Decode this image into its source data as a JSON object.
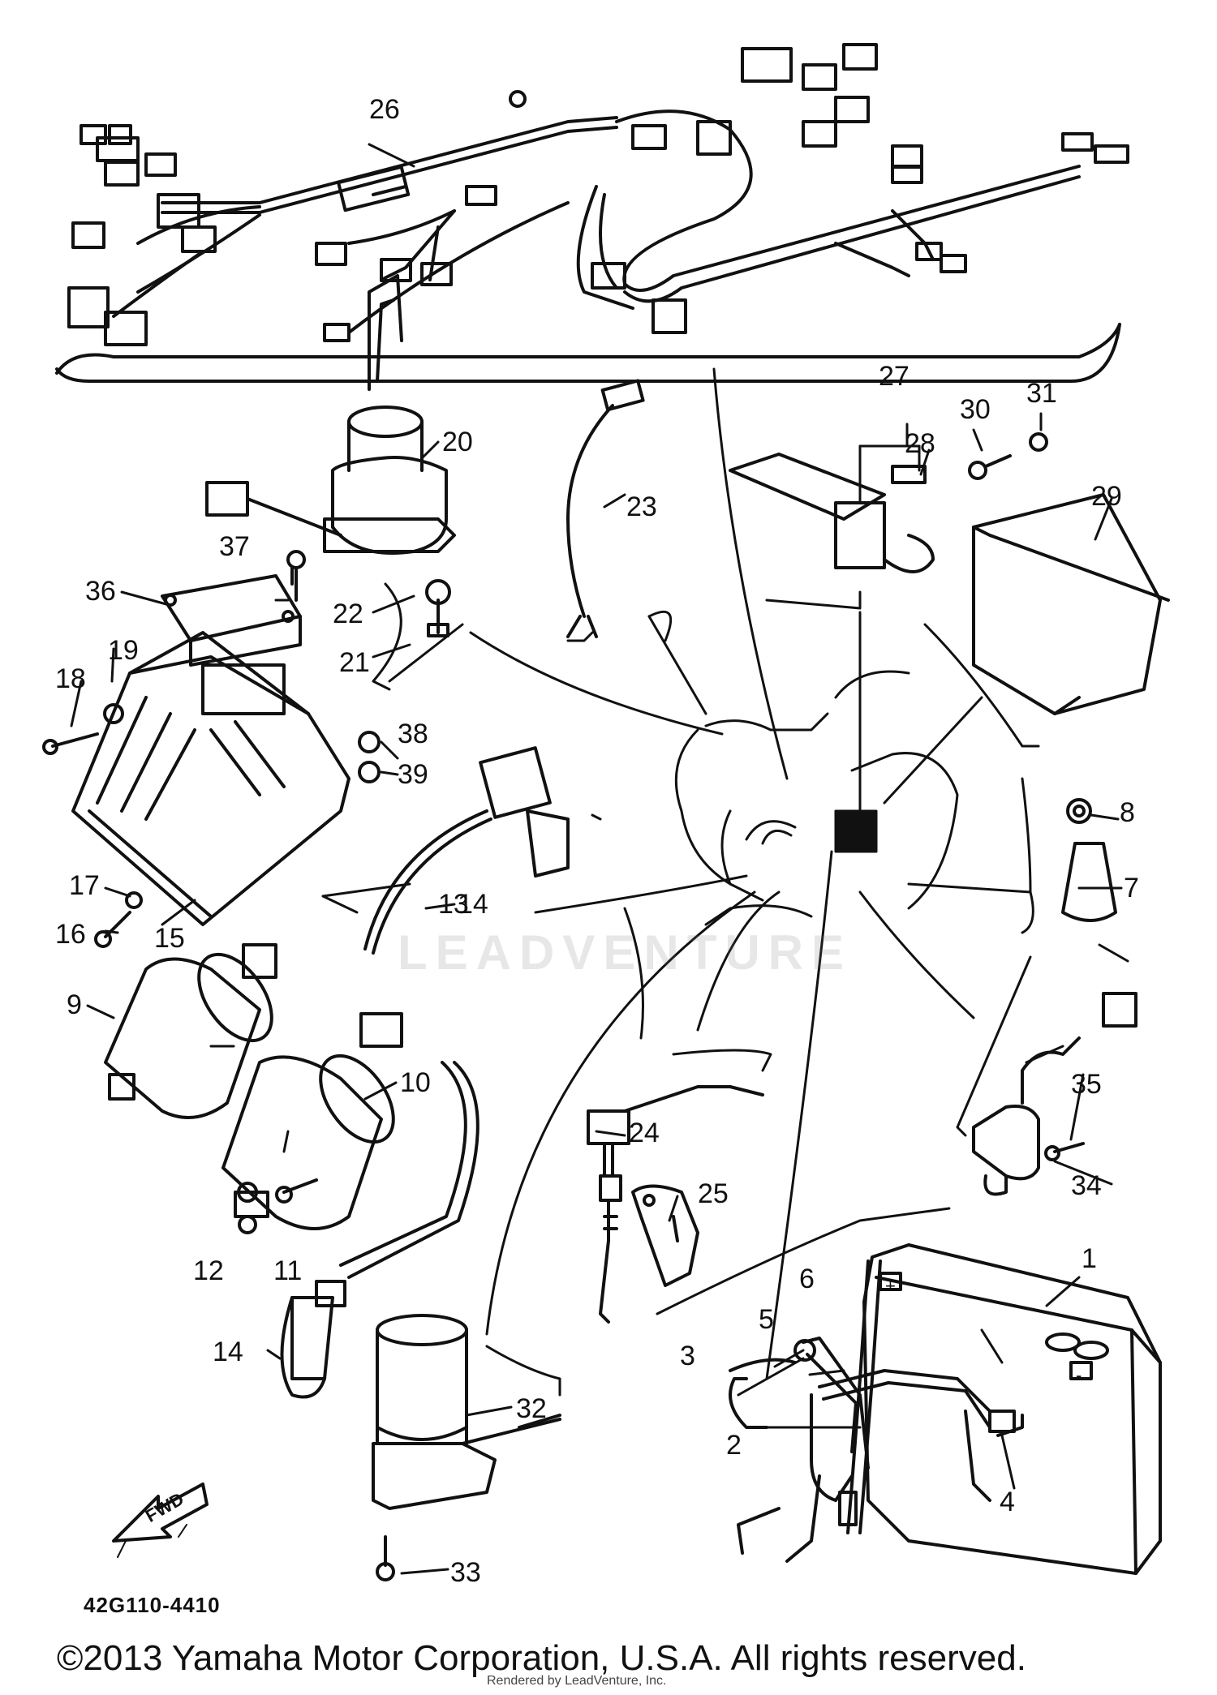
{
  "diagram": {
    "code": "42G110-4410",
    "copyright": "©2013 Yamaha Motor Corporation, U.S.A. All rights reserved.",
    "rendered_by": "Rendered by LeadVenture, Inc.",
    "watermark": "LEADVENTURE",
    "fwd_label": "FWD",
    "battery_cell_marks": [
      "+",
      "-"
    ],
    "line_color": "#111111",
    "background_color": "#ffffff"
  },
  "callouts": [
    {
      "id": "1",
      "text": "1"
    },
    {
      "id": "2",
      "text": "2"
    },
    {
      "id": "3",
      "text": "3"
    },
    {
      "id": "4",
      "text": "4"
    },
    {
      "id": "5",
      "text": "5"
    },
    {
      "id": "6",
      "text": "6"
    },
    {
      "id": "7",
      "text": "7"
    },
    {
      "id": "8",
      "text": "8"
    },
    {
      "id": "9",
      "text": "9"
    },
    {
      "id": "10",
      "text": "10"
    },
    {
      "id": "11",
      "text": "11"
    },
    {
      "id": "12",
      "text": "12"
    },
    {
      "id": "13",
      "text": "13"
    },
    {
      "id": "14a",
      "text": "14"
    },
    {
      "id": "14b",
      "text": "14"
    },
    {
      "id": "15",
      "text": "15"
    },
    {
      "id": "16",
      "text": "16"
    },
    {
      "id": "17",
      "text": "17"
    },
    {
      "id": "18",
      "text": "18"
    },
    {
      "id": "19",
      "text": "19"
    },
    {
      "id": "20",
      "text": "20"
    },
    {
      "id": "21",
      "text": "21"
    },
    {
      "id": "22",
      "text": "22"
    },
    {
      "id": "23",
      "text": "23"
    },
    {
      "id": "24",
      "text": "24"
    },
    {
      "id": "25",
      "text": "25"
    },
    {
      "id": "26",
      "text": "26"
    },
    {
      "id": "27",
      "text": "27"
    },
    {
      "id": "28",
      "text": "28"
    },
    {
      "id": "29",
      "text": "29"
    },
    {
      "id": "30",
      "text": "30"
    },
    {
      "id": "31",
      "text": "31"
    },
    {
      "id": "32",
      "text": "32"
    },
    {
      "id": "33",
      "text": "33"
    },
    {
      "id": "34",
      "text": "34"
    },
    {
      "id": "35",
      "text": "35"
    },
    {
      "id": "36",
      "text": "36"
    },
    {
      "id": "37",
      "text": "37"
    },
    {
      "id": "38",
      "text": "38"
    },
    {
      "id": "39",
      "text": "39"
    }
  ]
}
